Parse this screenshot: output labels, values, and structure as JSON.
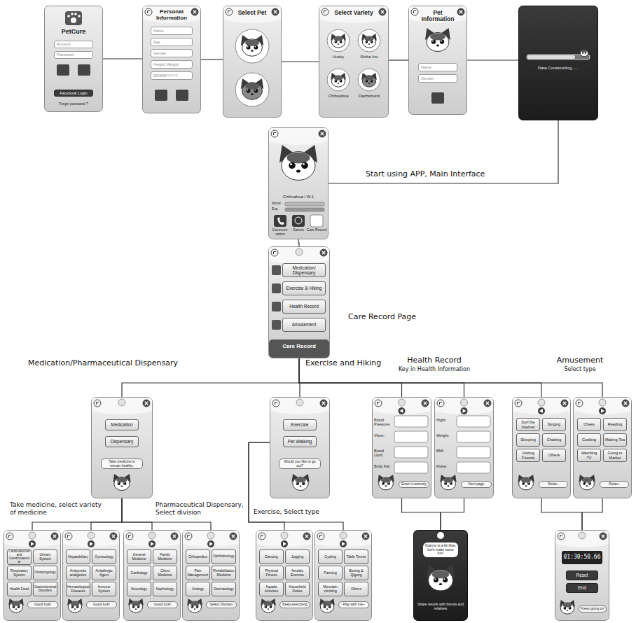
{
  "diagram": {
    "nodes": [
      {
        "text": [
          "PetCure",
          "Forget password ?"
        ]
      },
      {
        "text": [
          "Account"
        ],
        "in": 0
      },
      {
        "text": [
          "Password"
        ],
        "in": 0
      },
      {
        "text": [
          "Facebook Login"
        ],
        "in": 0
      },
      {
        "text": [
          "Personal Information"
        ]
      },
      {
        "text": [
          "Name"
        ],
        "in": 4
      },
      {
        "text": [
          "Age"
        ],
        "in": 4
      },
      {
        "text": [
          "Gender"
        ],
        "in": 4
      },
      {
        "text": [
          "Height/ Weight"
        ],
        "in": 4
      },
      {
        "text": [
          "DD/MM/YYYY"
        ],
        "in": 4
      },
      {
        "text": [
          "Select Pet"
        ]
      },
      {
        "text": [
          "Select Variety",
          "Husky",
          "Shiba Inu",
          "Chihuahua",
          "Dachshund"
        ]
      },
      {
        "text": [
          "Pet Information"
        ]
      },
      {
        "text": [
          "Name"
        ],
        "in": 12
      },
      {
        "text": [
          "Gender"
        ],
        "in": 12
      },
      {
        "text": [
          "Data Constructing......"
        ]
      },
      {
        "text": [
          "Chihuahua / W.1",
          "Mood",
          "Exp",
          "Communi-cation",
          "Games",
          "Care Record"
        ]
      },
      {
        "text": [
          "Care Record"
        ]
      },
      {
        "text": [
          "Medication/ Dispensary"
        ],
        "in": 17
      },
      {
        "text": [
          "Exercise & Hiking"
        ],
        "in": 17
      },
      {
        "text": [
          "Health Record"
        ],
        "in": 17
      },
      {
        "text": [
          "Amusement"
        ],
        "in": 17
      },
      {
        "text": [
          "Take medicine to remain healthy."
        ]
      },
      {
        "text": [
          "Medication"
        ],
        "in": 22
      },
      {
        "text": [
          "Dispensary"
        ],
        "in": 22
      },
      {
        "text": [
          "Would you like to go out?"
        ]
      },
      {
        "text": [
          "Exercise"
        ],
        "in": 25
      },
      {
        "text": [
          "Pet Walking"
        ],
        "in": 25
      },
      {
        "text": [
          "Blood Pressure:",
          "Vison:",
          "Blood Lipid:",
          "Body Fat:",
          "Enter it correctly"
        ]
      },
      {
        "text": [
          "Hight:",
          "Weight:",
          "BMI:",
          "Pulse:",
          "Next page"
        ]
      },
      {
        "text": [
          "Relax~"
        ]
      },
      {
        "text": [
          "Surf the Internet"
        ],
        "in": 30
      },
      {
        "text": [
          "Singing"
        ],
        "in": 30
      },
      {
        "text": [
          "Sleeping"
        ],
        "in": 30
      },
      {
        "text": [
          "Chatting"
        ],
        "in": 30
      },
      {
        "text": [
          "Visiting Friends"
        ],
        "in": 30
      },
      {
        "text": [
          "Others"
        ],
        "in": 30
      },
      {
        "text": [
          "Relax~"
        ]
      },
      {
        "text": [
          "Chess"
        ],
        "in": 37
      },
      {
        "text": [
          "Reading"
        ],
        "in": 37
      },
      {
        "text": [
          "Cooking"
        ],
        "in": 37
      },
      {
        "text": [
          "Making Tea"
        ],
        "in": 37
      },
      {
        "text": [
          "Watching TV"
        ],
        "in": 37
      },
      {
        "text": [
          "Going to Market"
        ],
        "in": 37
      },
      {
        "text": [
          "Good luck!"
        ]
      },
      {
        "text": [
          "Cardiovascular and Cerebrovascular"
        ],
        "in": 44
      },
      {
        "text": [
          "Urinary System"
        ],
        "in": 44
      },
      {
        "text": [
          "Respiratory System"
        ],
        "in": 44
      },
      {
        "text": [
          "Otolaryngology"
        ],
        "in": 44
      },
      {
        "text": [
          "Health Food"
        ],
        "in": 44
      },
      {
        "text": [
          "Gastrointestinal Disorders"
        ],
        "in": 44
      },
      {
        "text": [
          "Good luck!"
        ]
      },
      {
        "text": [
          "Hepatobiliary"
        ],
        "in": 51
      },
      {
        "text": [
          "Gynecology"
        ],
        "in": 51
      },
      {
        "text": [
          "Antipyretic analgesics"
        ],
        "in": 51
      },
      {
        "text": [
          "Antiallergic Agent"
        ],
        "in": 51
      },
      {
        "text": [
          "Hematological Diseases"
        ],
        "in": 51
      },
      {
        "text": [
          "Immune System"
        ],
        "in": 51
      },
      {
        "text": [
          "Good luck!"
        ]
      },
      {
        "text": [
          "General Medicine"
        ],
        "in": 58
      },
      {
        "text": [
          "Family Medicine"
        ],
        "in": 58
      },
      {
        "text": [
          "Cardiology"
        ],
        "in": 58
      },
      {
        "text": [
          "Chest Medicine"
        ],
        "in": 58
      },
      {
        "text": [
          "Neurology"
        ],
        "in": 58
      },
      {
        "text": [
          "Nephrology"
        ],
        "in": 58
      },
      {
        "text": [
          "Select Division"
        ]
      },
      {
        "text": [
          "Orthopedics"
        ],
        "in": 65
      },
      {
        "text": [
          "Ophthalmology"
        ],
        "in": 65
      },
      {
        "text": [
          "Pain Management"
        ],
        "in": 65
      },
      {
        "text": [
          "Rehabilitation Medicine"
        ],
        "in": 65
      },
      {
        "text": [
          "Urology"
        ],
        "in": 65
      },
      {
        "text": [
          "Dermatology"
        ],
        "in": 65
      },
      {
        "text": [
          "Keep exercising"
        ]
      },
      {
        "text": [
          "Dancing"
        ],
        "in": 72
      },
      {
        "text": [
          "Jogging"
        ],
        "in": 72
      },
      {
        "text": [
          "Physical Fitness"
        ],
        "in": 72
      },
      {
        "text": [
          "Aerobic Exercise"
        ],
        "in": 72
      },
      {
        "text": [
          "Aquatic Activities"
        ],
        "in": 72
      },
      {
        "text": [
          "Household Duties"
        ],
        "in": 72
      },
      {
        "text": [
          "Play with me~"
        ]
      },
      {
        "text": [
          "Cycling"
        ],
        "in": 79
      },
      {
        "text": [
          "Table Tennis"
        ],
        "in": 79
      },
      {
        "text": [
          "Farming"
        ],
        "in": 79
      },
      {
        "text": [
          "Boxing & Qigong"
        ],
        "in": 79
      },
      {
        "text": [
          "Mountain climbing"
        ],
        "in": 79
      },
      {
        "text": [
          "Others"
        ],
        "in": 79
      },
      {
        "text": [
          "Granny is a bit blue. Let's make some fun!",
          "Share results with friends and relatives"
        ]
      },
      {
        "text": [
          "01:30:50.66",
          "Keep going on"
        ]
      },
      {
        "text": [
          "Reset"
        ],
        "in": 87
      },
      {
        "text": [
          "End"
        ],
        "in": 87
      }
    ],
    "edges": [
      {
        "from": 0,
        "to": 4,
        "arrow": "none"
      },
      {
        "from": 4,
        "to": 10,
        "arrow": "none"
      },
      {
        "from": 10,
        "to": 11,
        "arrow": "none"
      },
      {
        "from": 11,
        "to": 12,
        "arrow": "none"
      },
      {
        "from": 12,
        "to": 15,
        "arrow": "none"
      },
      {
        "from": 15,
        "to": 16,
        "arrow": "none"
      },
      {
        "from": 16,
        "to": 17,
        "arrow": "none"
      },
      {
        "from": 17,
        "to": 22,
        "arrow": "none"
      },
      {
        "from": 17,
        "to": 25,
        "arrow": "none"
      },
      {
        "from": 17,
        "to": 28,
        "arrow": "none"
      },
      {
        "from": 17,
        "to": 29,
        "arrow": "none"
      },
      {
        "from": 17,
        "to": 30,
        "arrow": "none"
      },
      {
        "from": 17,
        "to": 37,
        "arrow": "none"
      },
      {
        "from": 22,
        "to": 44,
        "arrow": "none"
      },
      {
        "from": 22,
        "to": 51,
        "arrow": "none"
      },
      {
        "from": 22,
        "to": 58,
        "arrow": "none"
      },
      {
        "from": 22,
        "to": 65,
        "arrow": "none"
      },
      {
        "from": 25,
        "to": 72,
        "arrow": "none"
      },
      {
        "from": 25,
        "to": 79,
        "arrow": "none"
      },
      {
        "from": 28,
        "to": 86,
        "arrow": "none"
      },
      {
        "from": 29,
        "to": 86,
        "arrow": "none"
      },
      {
        "from": 30,
        "to": 87,
        "arrow": "none"
      },
      {
        "from": 37,
        "to": 87,
        "arrow": "none"
      }
    ],
    "labels": [
      "Start using APP, Main Interface",
      "Care Record Page",
      "Medication/Pharmaceutical Dispensary",
      "Exercise and Hiking",
      "Health Record",
      "Key in Health Information",
      "Amusement",
      "Select type",
      "Take medicine, select variety of medicine",
      "Pharmaceutical Dispensary, Select division",
      "Exercise, Select type"
    ]
  }
}
